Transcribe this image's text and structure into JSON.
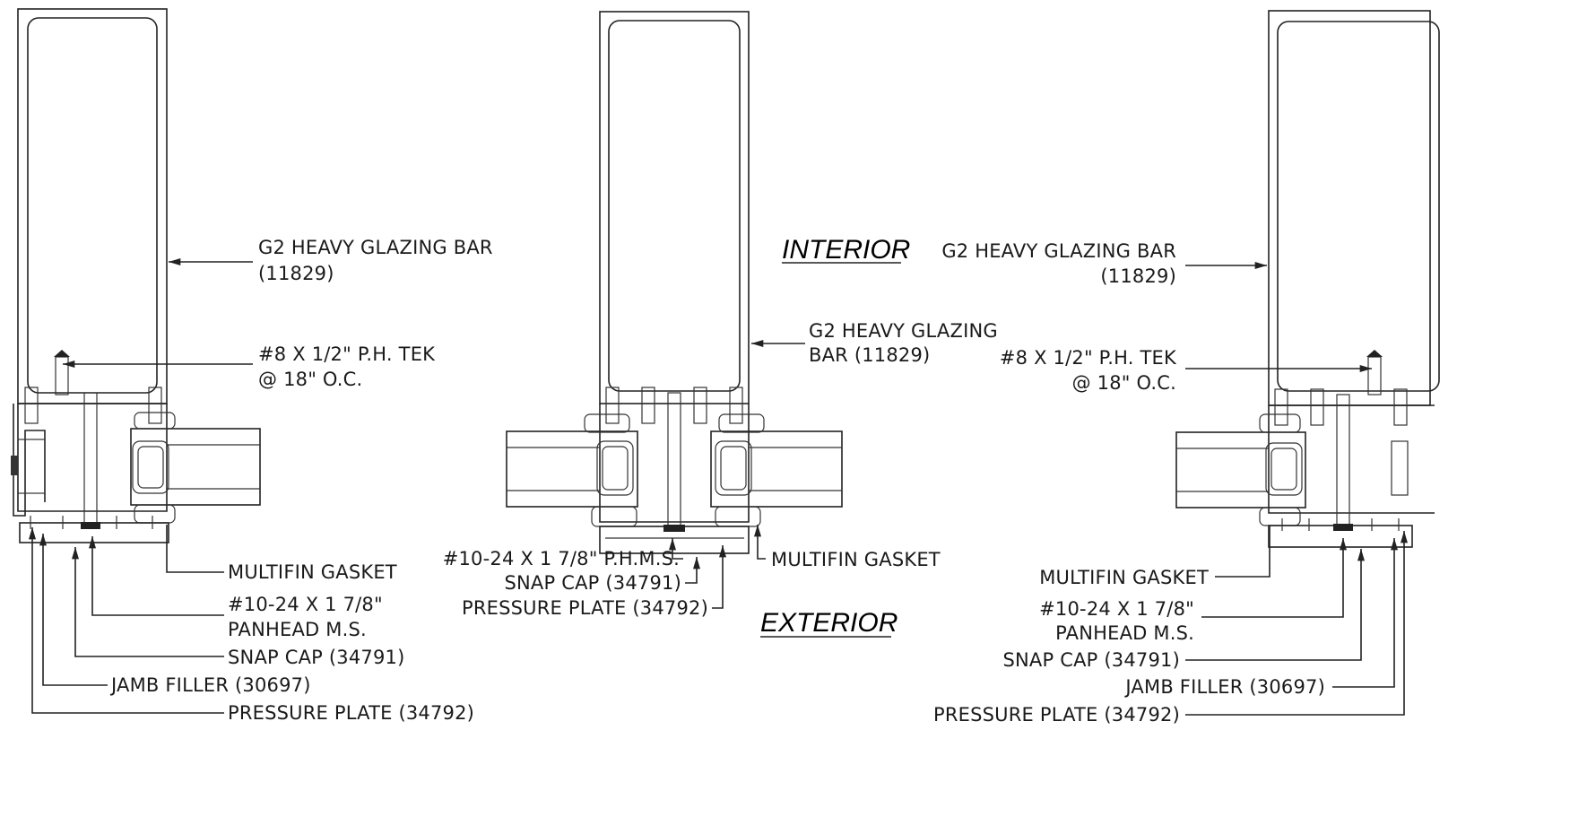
{
  "zones": {
    "interior": "INTERIOR",
    "exterior": "EXTERIOR"
  },
  "left": {
    "bar": [
      "G2 HEAVY GLAZING BAR",
      "(11829)"
    ],
    "tek": [
      "#8 X 1/2\" P.H. TEK",
      "@ 18\" O.C."
    ],
    "gasket": "MULTIFIN GASKET",
    "screw": [
      "#10-24 X 1 7/8\"",
      "PANHEAD M.S."
    ],
    "snap": "SNAP CAP (34791)",
    "jamb": "JAMB FILLER (30697)",
    "plate": "PRESSURE PLATE (34792)"
  },
  "center": {
    "bar": [
      "G2 HEAVY GLAZING",
      "BAR (11829)"
    ],
    "screw": "#10-24 X 1 7/8\" P.H.M.S.",
    "snap": "SNAP CAP (34791)",
    "plate": "PRESSURE PLATE (34792)",
    "gasket": "MULTIFIN GASKET"
  },
  "right": {
    "bar": [
      "G2 HEAVY GLAZING BAR",
      "(11829)"
    ],
    "tek": [
      "#8 X 1/2\" P.H. TEK",
      "@ 18\" O.C."
    ],
    "gasket": "MULTIFIN GASKET",
    "screw": [
      "#10-24 X 1 7/8\"",
      "PANHEAD M.S."
    ],
    "snap": "SNAP CAP (34791)",
    "jamb": "JAMB FILLER (30697)",
    "plate": "PRESSURE PLATE (34792)"
  }
}
